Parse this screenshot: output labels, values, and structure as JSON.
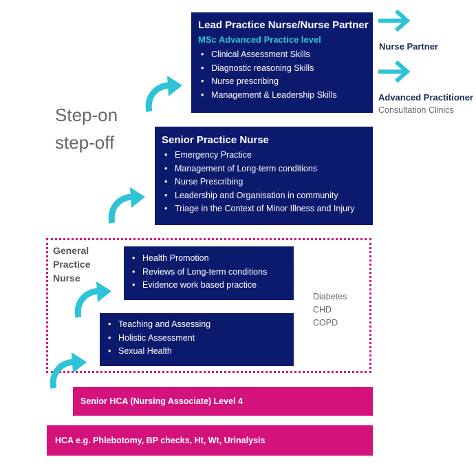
{
  "step_text": {
    "line1": "Step-on",
    "line2": "step-off"
  },
  "lead_box": {
    "title": "Lead Practice Nurse/Nurse Partner",
    "subtitle": "MSc Advanced Practice level",
    "items": [
      "Clinical Assessment Skills",
      "Diagnostic reasoning Skills",
      "Nurse prescribing",
      "Management & Leadership Skills"
    ]
  },
  "outcomes": {
    "nurse_partner": "Nurse Partner",
    "advanced_practitioner": "Advanced Practitioner",
    "consultation_clinics": "Consultation Clinics"
  },
  "senior_box": {
    "title": "Senior Practice Nurse",
    "items": [
      "Emergency Practice",
      "Management of Long-term conditions",
      "Nurse Prescribing",
      "Leadership and Organisation in community",
      "Triage in the Context of Minor Illness and Injury"
    ]
  },
  "gpn_label": {
    "line1": "General",
    "line2": "Practice",
    "line3": "Nurse"
  },
  "gpn_box_upper": {
    "items": [
      "Health Promotion",
      "Reviews of Long-term conditions",
      "Evidence work based practice"
    ]
  },
  "gpn_box_lower": {
    "items": [
      "Teaching and Assessing",
      "Holistic Assessment",
      "Sexual Health"
    ]
  },
  "conditions": [
    "Diabetes",
    "CHD",
    "COPD"
  ],
  "senior_hca": "Senior HCA (Nursing Associate) Level 4",
  "hca": "HCA e.g. Phlebotomy, BP checks, Ht, Wt, Urinalysis",
  "colors": {
    "navy": "#0c1a6e",
    "teal": "#2ec3d6",
    "pink": "#d4127c",
    "text_dark": "#1a2a55",
    "grey": "#666666"
  },
  "icons": {
    "step_arrow": "curved-up-right-arrow-icon",
    "outcome_arrow": "right-arrow-icon"
  }
}
